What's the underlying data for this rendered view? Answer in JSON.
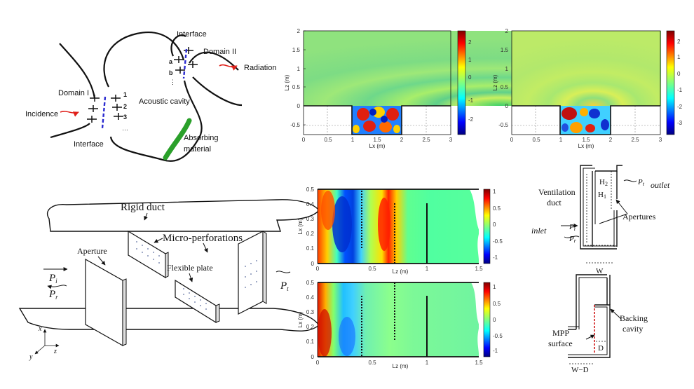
{
  "cavity_schematic": {
    "domain_1": "Domain I",
    "domain_2": "Domain II",
    "interface_top": "Interface",
    "interface_bottom": "Interface",
    "incidence": "Incidence",
    "radiation": "Radiation",
    "acoustic_cavity": "Acoustic cavity",
    "absorbing_line1": "Absorbing",
    "absorbing_line2": "material",
    "index_1": "1",
    "index_2": "2",
    "index_3": "3",
    "index_a": "a",
    "index_b": "b",
    "dots": "⋮",
    "dots_h": "…",
    "colors": {
      "interface_dash": "#2a2ad0",
      "arrow": "#e0201a",
      "absorber": "#2aa02a"
    }
  },
  "field_plot_1": {
    "ylabel": "Lz (m)",
    "xlabel": "Lx (m)",
    "yticks": [
      "2",
      "1.5",
      "1",
      "0.5",
      "0",
      "-0.5"
    ],
    "xticks": [
      "0",
      "0.5",
      "1",
      "1.5",
      "2",
      "2.5",
      "3"
    ],
    "colorbar_ticks": [
      "2",
      "1",
      "0",
      "-1",
      "-2"
    ]
  },
  "field_plot_2": {
    "ylabel": "Lz (m)",
    "xlabel": "Lx (m)",
    "yticks": [
      "2",
      "1.5",
      "1",
      "0.5",
      "0",
      "-0.5"
    ],
    "xticks": [
      "0",
      "0.5",
      "1",
      "1.5",
      "2",
      "2.5",
      "3"
    ],
    "colorbar_ticks": [
      "2",
      "1",
      "0",
      "-1",
      "-2",
      "-3"
    ]
  },
  "duct_plot_1": {
    "ylabel": "Lx (m)",
    "xlabel": "Lz (m)",
    "yticks": [
      "0.5",
      "0.4",
      "0.3",
      "0.2",
      "0.1",
      "0"
    ],
    "xticks": [
      "0",
      "0.5",
      "1",
      "1.5"
    ],
    "colorbar_ticks": [
      "1",
      "0.5",
      "0",
      "-0.5",
      "-1"
    ]
  },
  "duct_plot_2": {
    "ylabel": "Lx (m)",
    "xlabel": "Lz (m)",
    "yticks": [
      "0.5",
      "0.4",
      "0.3",
      "0.2",
      "0.1",
      "0"
    ],
    "xticks": [
      "0",
      "0.5",
      "1",
      "1.5"
    ],
    "colorbar_ticks": [
      "1",
      "0.5",
      "0",
      "-0.5",
      "-1"
    ]
  },
  "duct_schematic": {
    "rigid_duct": "Rigid duct",
    "micro_perforations": "Micro-perforations",
    "aperture": "Aperture",
    "flexible_plate": "Flexible plate",
    "p_i": "P",
    "p_i_sub": "i",
    "p_r": "P",
    "p_r_sub": "r",
    "p_t": "P",
    "p_t_sub": "t",
    "axis_x": "x",
    "axis_y": "y",
    "axis_z": "z"
  },
  "ventilation_schematic": {
    "ventilation_line1": "Ventilation",
    "ventilation_line2": "duct",
    "inlet": "inlet",
    "outlet": "outlet",
    "apertures": "Apertures",
    "h1": "H",
    "h1_sub": "1",
    "h2": "H",
    "h2_sub": "2",
    "w": "W",
    "p_i": "P",
    "p_i_sub": "i",
    "p_r": "P",
    "p_r_sub": "r",
    "p_t": "P",
    "p_t_sub": "t"
  },
  "backing_schematic": {
    "backing_line1": "Backing",
    "backing_line2": "cavity",
    "mpp_line1": "MPP",
    "mpp_line2": "surface",
    "d": "D",
    "w_minus_d": "W−D",
    "colors": {
      "mpp_surface": "#d01818"
    }
  }
}
